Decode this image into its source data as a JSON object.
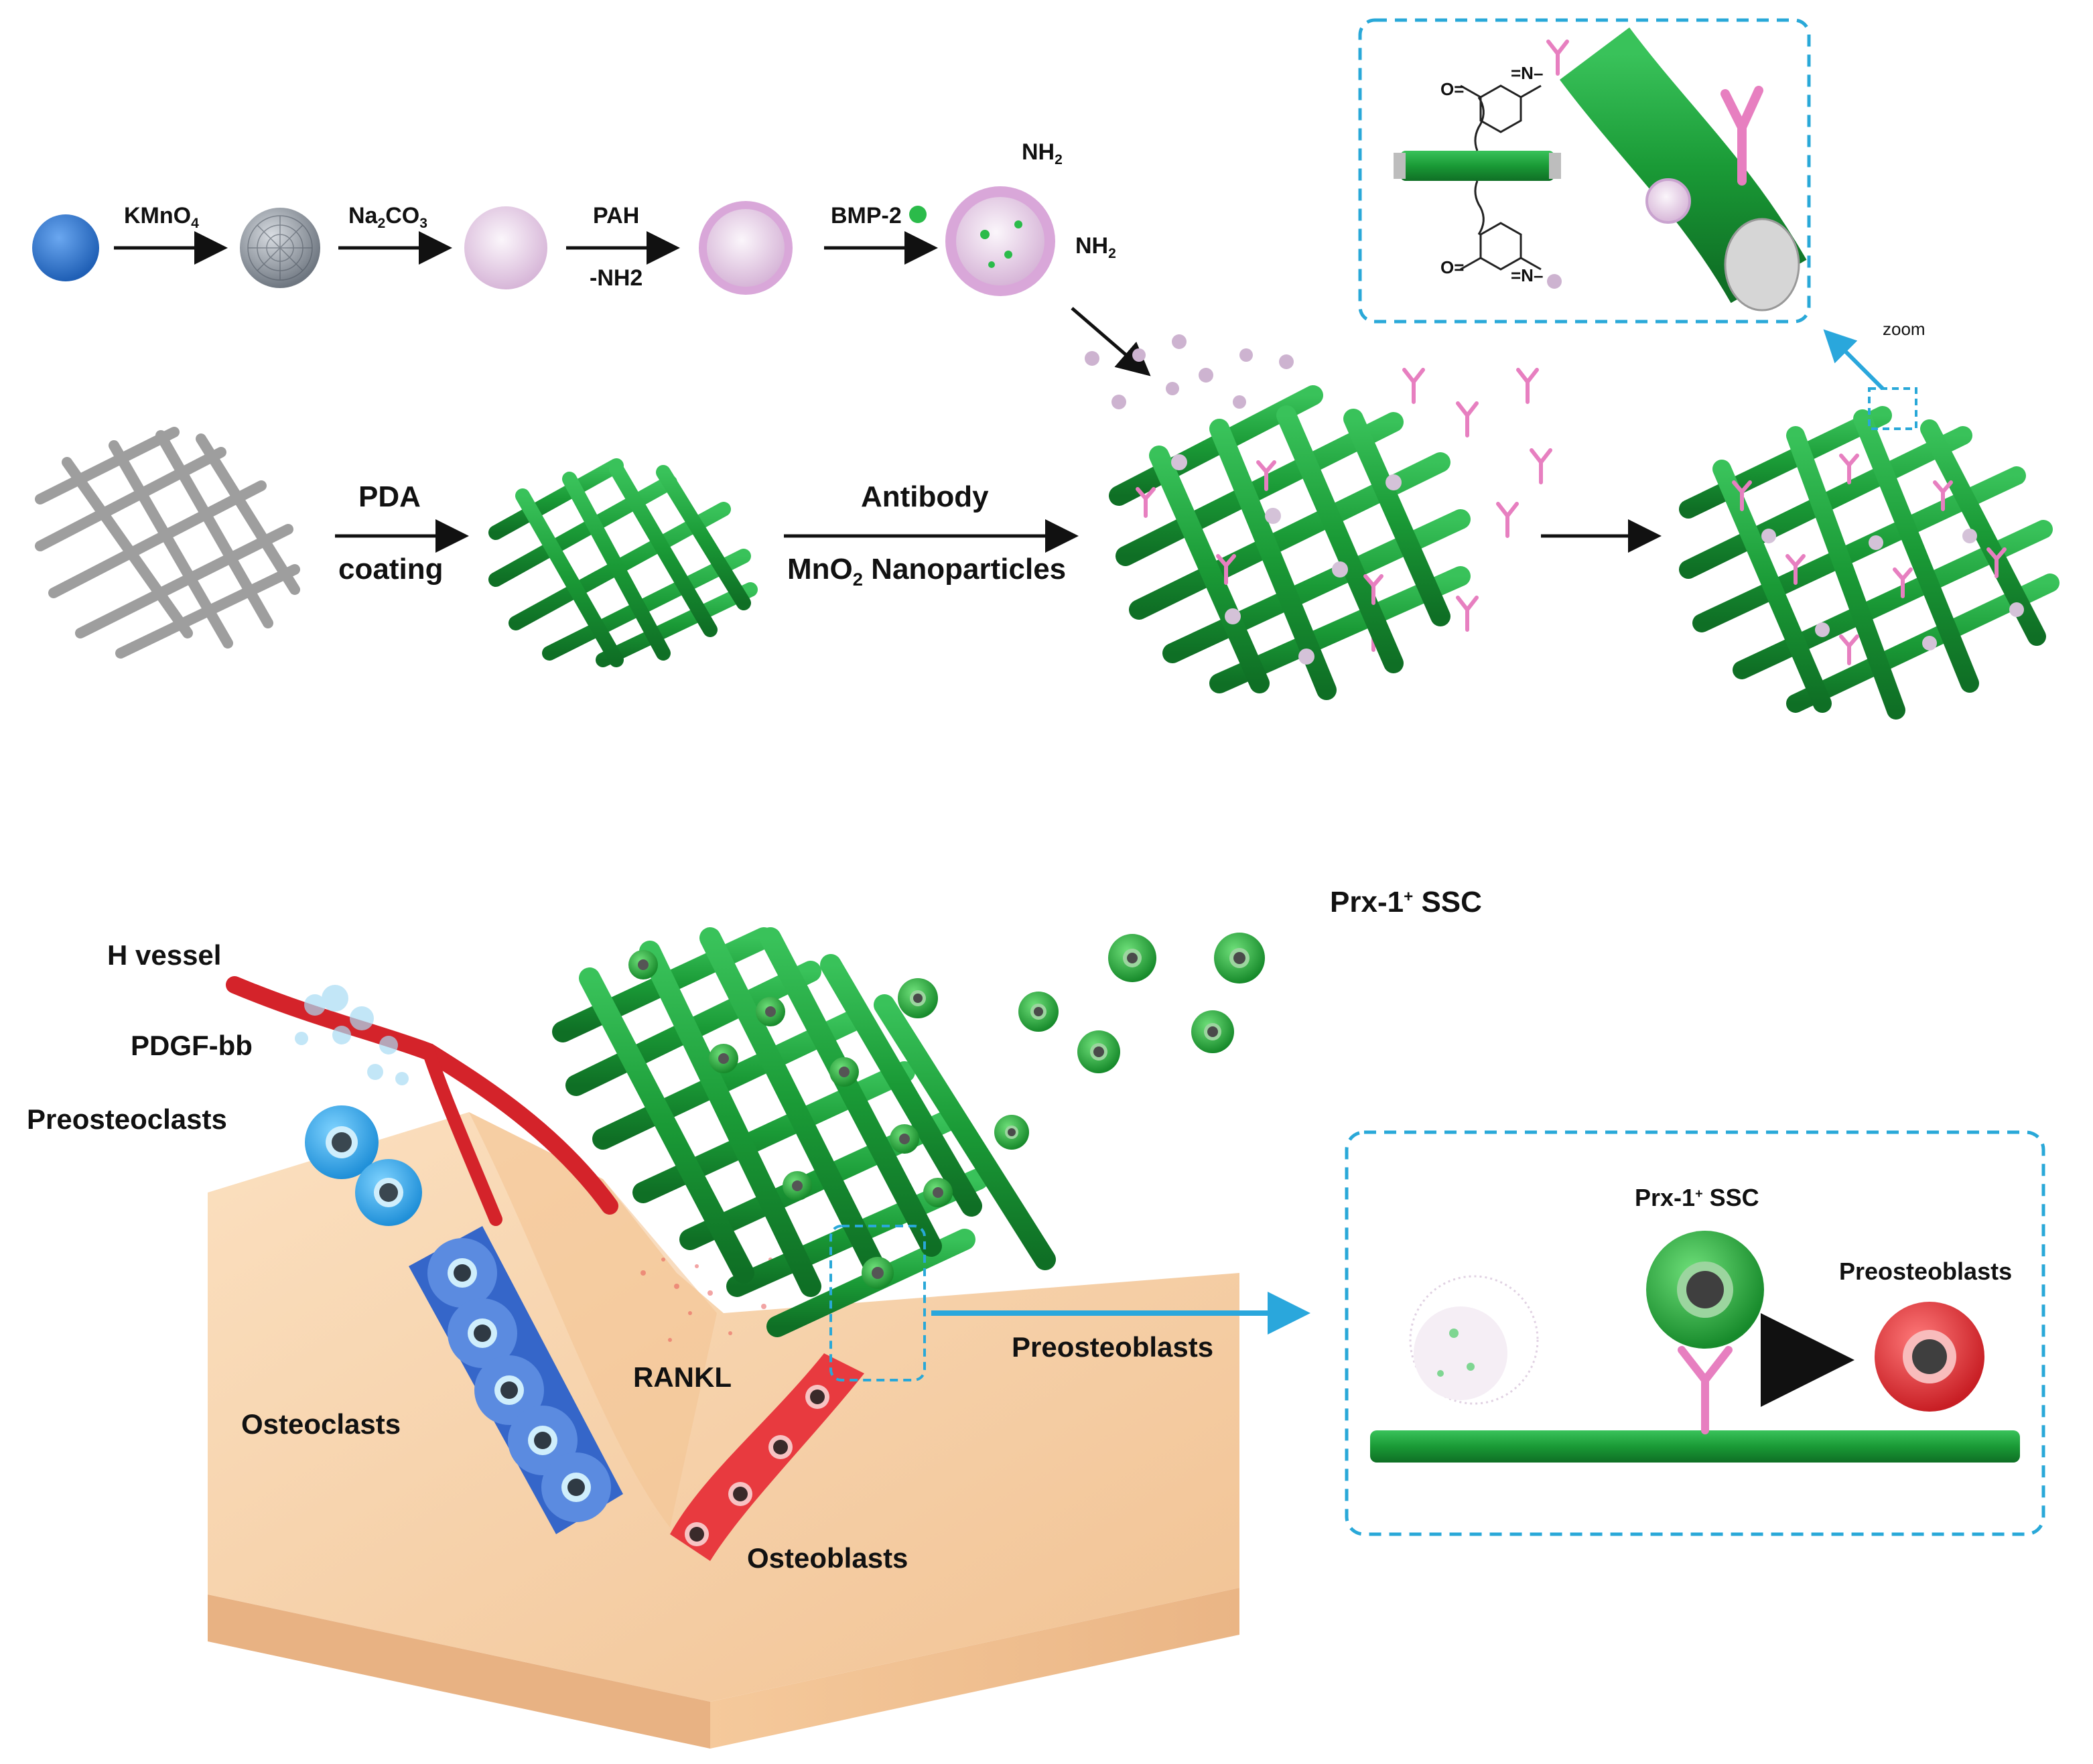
{
  "synthesis": {
    "step1_reagent": "KMnO",
    "step1_sub": "4",
    "step2_reagent": "Na",
    "step2_sub1": "2",
    "step2_mid": "CO",
    "step2_sub2": "3",
    "step3_top": "PAH",
    "step3_bottom": "-NH2",
    "step4_reagent": "BMP-2",
    "nh2_top": "NH",
    "nh2_top_sub": "2",
    "nh2_bottom": "NH",
    "nh2_bottom_sub": "2"
  },
  "scaffold": {
    "pda_top": "PDA",
    "pda_bottom": "coating",
    "antibody_top": "Antibody",
    "mno2_prefix": "MnO",
    "mno2_sub": "2",
    "mno2_suffix": " Nanoparticles",
    "zoom_label": "zoom"
  },
  "bone": {
    "h_vessel": "H vessel",
    "pdgf": "PDGF-bb",
    "preosteoclasts": "Preosteoclasts",
    "osteoclasts": "Osteoclasts",
    "rankl": "RANKL",
    "osteoblasts": "Osteoblasts",
    "preosteoblasts": "Preosteoblasts",
    "prx_ssc": "Prx-1",
    "prx_ssc_sup": "+",
    "prx_ssc_suffix": " SSC"
  },
  "inset": {
    "prx_ssc": "Prx-1",
    "prx_ssc_sup": "+",
    "prx_ssc_suffix": " SSC",
    "preosteoblasts": "Preosteoblasts"
  },
  "colors": {
    "fiber_green": "#1e9a3a",
    "fiber_gray": "#a8a8a8",
    "antibody_pink": "#e77fc0",
    "particle_lilac": "#c9a3cf",
    "dash_blue": "#29a8d8",
    "bone_peach": "#f6cfa6",
    "vessel_red": "#d4232a",
    "osteoclast_blue": "#3b73d1",
    "cell_red": "#e83a3f"
  }
}
